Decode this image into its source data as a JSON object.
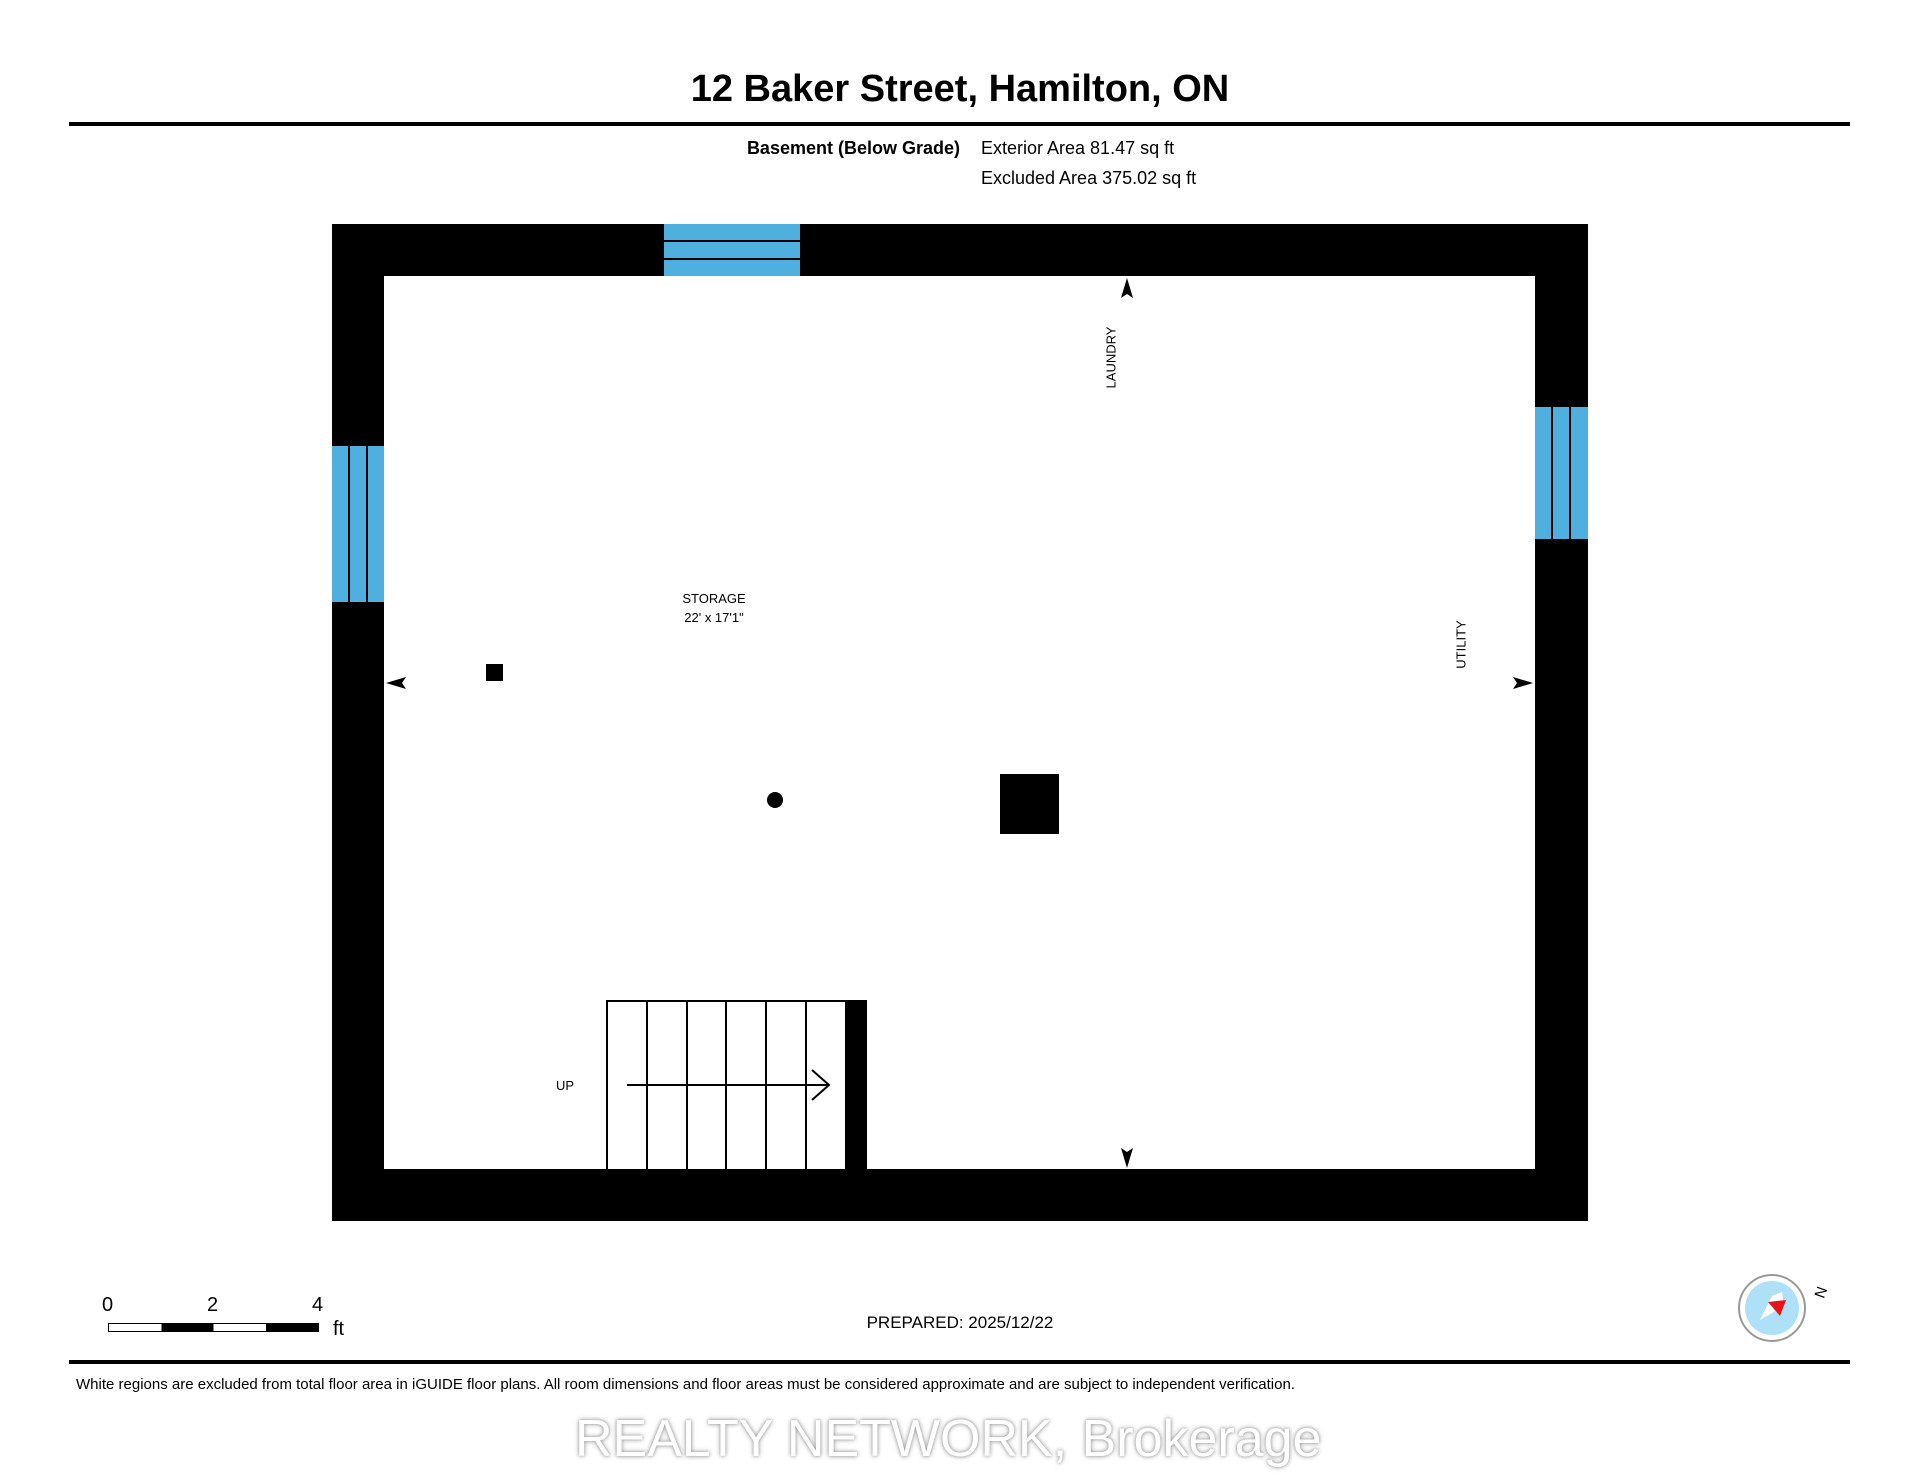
{
  "header": {
    "title": "12 Baker Street, Hamilton, ON",
    "floor_name": "Basement (Below Grade)",
    "exterior_area": "Exterior Area 81.47 sq ft",
    "excluded_area": "Excluded Area 375.02 sq ft"
  },
  "plan": {
    "rooms": [
      {
        "name": "STORAGE",
        "dimensions": "22' x 17'1\""
      },
      {
        "name": "LAUNDRY"
      },
      {
        "name": "UTILITY"
      }
    ],
    "stairs_label": "UP"
  },
  "footer": {
    "scale_ticks": [
      "0",
      "2",
      "4"
    ],
    "scale_unit": "ft",
    "prepared": "PREPARED: 2025/12/22",
    "compass_label": "N",
    "disclaimer": "White regions are excluded from total floor area in iGUIDE floor plans. All room dimensions and floor areas must be considered approximate and are subject to independent verification.",
    "watermark": "REALTY NETWORK, Brokerage"
  },
  "colors": {
    "window": "#4fb0e0",
    "compass_needle": "#e8121b",
    "compass_fill": "#aee0f7"
  }
}
